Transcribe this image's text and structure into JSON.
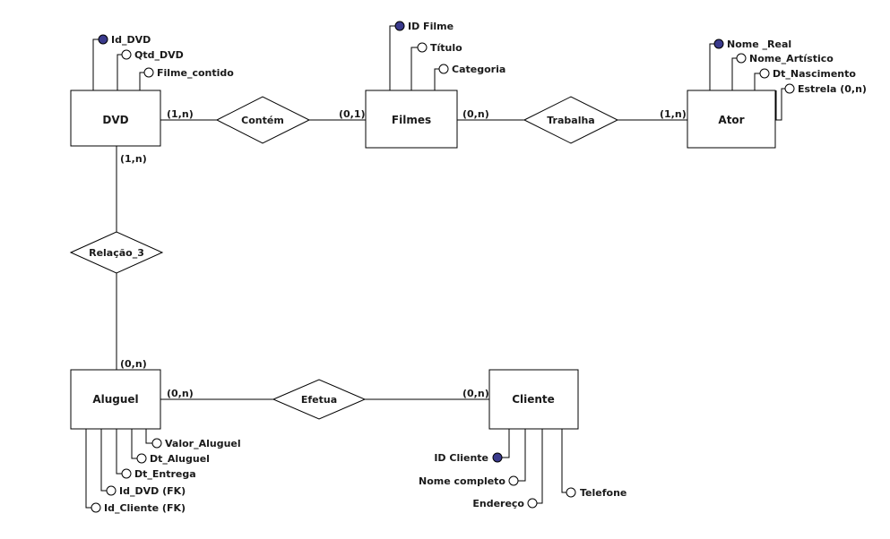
{
  "colors": {
    "key_attribute": "#3a3a8c"
  },
  "entities": {
    "dvd": "DVD",
    "filmes": "Filmes",
    "ator": "Ator",
    "aluguel": "Aluguel",
    "cliente": "Cliente"
  },
  "relationships": {
    "contem": "Contém",
    "trabalha": "Trabalha",
    "relacao_3": "Relação_3",
    "efetua": "Efetua"
  },
  "cardinalities": {
    "dvd_contem": "(1,n)",
    "filmes_contem": "(0,1)",
    "filmes_trabalha": "(0,n)",
    "ator_trabalha": "(1,n)",
    "dvd_relacao": "(1,n)",
    "aluguel_relacao": "(0,n)",
    "aluguel_efetua": "(0,n)",
    "cliente_efetua": "(0,n)"
  },
  "attributes": {
    "dvd": [
      {
        "label": "Id_DVD",
        "key": true
      },
      {
        "label": "Qtd_DVD",
        "key": false
      },
      {
        "label": "Filme_contido",
        "key": false
      }
    ],
    "filmes": [
      {
        "label": "ID Filme",
        "key": true
      },
      {
        "label": "Título",
        "key": false
      },
      {
        "label": "Categoria",
        "key": false
      }
    ],
    "ator": [
      {
        "label": "Nome _Real",
        "key": true
      },
      {
        "label": "Nome_Artístico",
        "key": false
      },
      {
        "label": "Dt_Nascimento",
        "key": false
      },
      {
        "label": "Estrela (0,n)",
        "key": false
      }
    ],
    "aluguel": [
      {
        "label": "Valor_Aluguel",
        "key": false
      },
      {
        "label": "Dt_Aluguel",
        "key": false
      },
      {
        "label": "Dt_Entrega",
        "key": false
      },
      {
        "label": "Id_DVD (FK)",
        "key": false
      },
      {
        "label": "Id_Cliente (FK)",
        "key": false
      }
    ],
    "cliente": [
      {
        "label": "ID Cliente",
        "key": true
      },
      {
        "label": "Nome completo",
        "key": false
      },
      {
        "label": "Endereço",
        "key": false
      },
      {
        "label": "Telefone",
        "key": false
      }
    ]
  }
}
